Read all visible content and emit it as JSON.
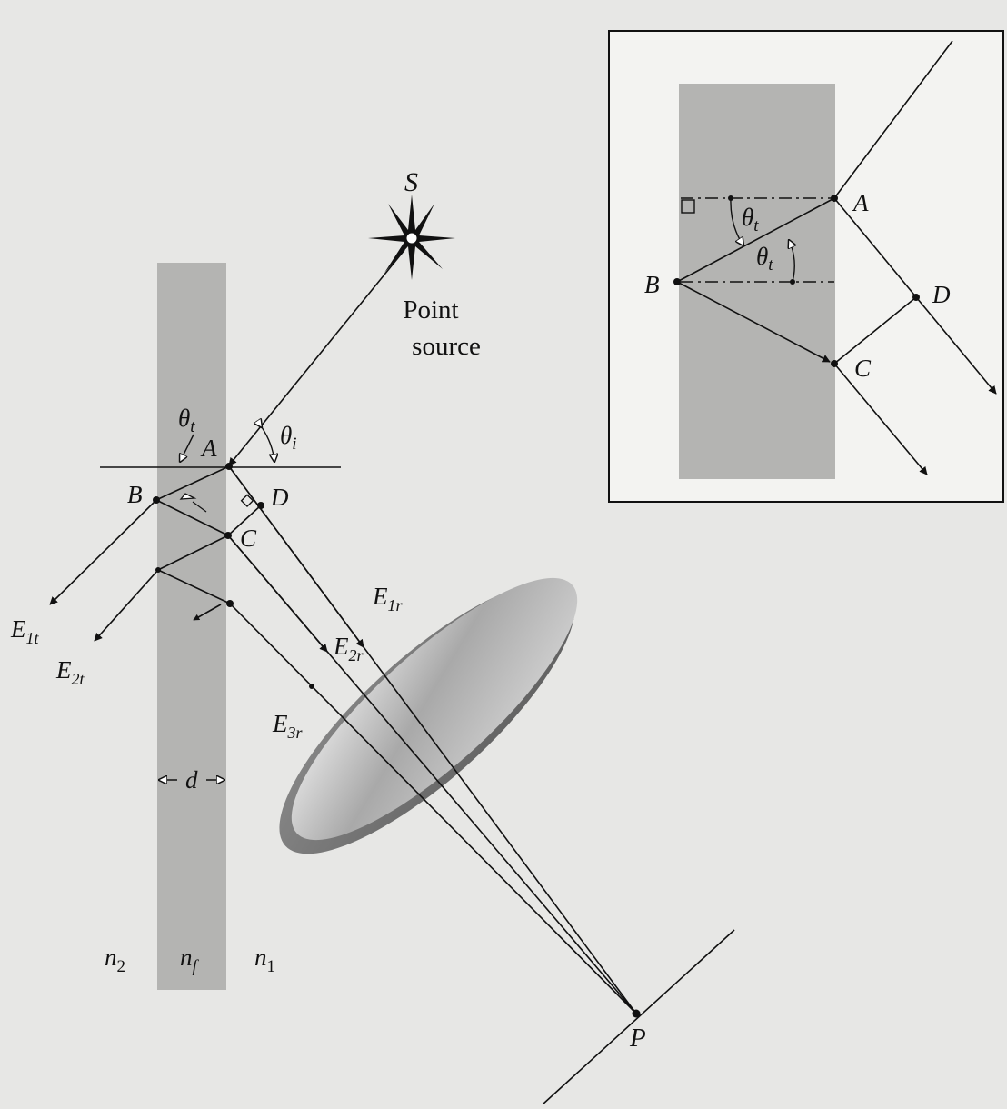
{
  "background_color": "#e7e7e5",
  "film_color": "#b4b4b2",
  "ink_color": "#111111",
  "main_figure": {
    "source_label": "S",
    "point_source_text": [
      "Point",
      "source"
    ],
    "points": {
      "A": "A",
      "B": "B",
      "C": "C",
      "D": "D",
      "P": "P"
    },
    "angle_transmitted": {
      "symbol": "θ",
      "sub": "t"
    },
    "angle_incident": {
      "symbol": "θ",
      "sub": "i"
    },
    "waves": {
      "E1r": {
        "main": "E",
        "sub": "1r"
      },
      "E2r": {
        "main": "E",
        "sub": "2r"
      },
      "E3r": {
        "main": "E",
        "sub": "3r"
      },
      "E1t": {
        "main": "E",
        "sub": "1t"
      },
      "E2t": {
        "main": "E",
        "sub": "2t"
      }
    },
    "thickness_label": "d",
    "indices": {
      "n2": {
        "main": "n",
        "sub": "2"
      },
      "nf": {
        "main": "n",
        "sub": "f"
      },
      "n1": {
        "main": "n",
        "sub": "1"
      }
    }
  },
  "inset": {
    "points": {
      "A": "A",
      "B": "B",
      "C": "C",
      "D": "D"
    },
    "angle_upper": {
      "symbol": "θ",
      "sub": "t"
    },
    "angle_lower": {
      "symbol": "θ",
      "sub": "t"
    }
  }
}
